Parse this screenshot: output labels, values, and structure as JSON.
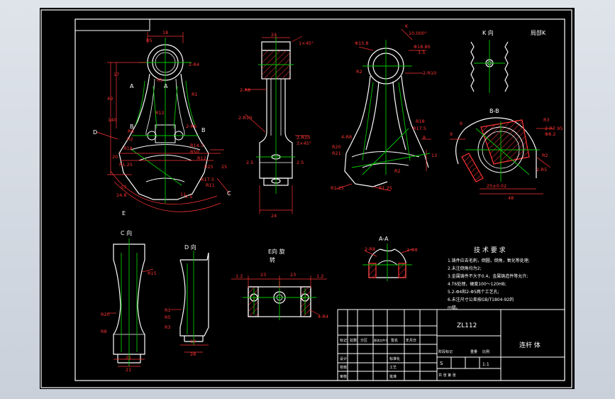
{
  "colors": {
    "background": "#000000",
    "outline": "#ffffff",
    "centerline": "#00c800",
    "dimension": "#ff3333",
    "section_lines": "#ff3333",
    "frame": "#ffffff"
  },
  "views": {
    "k_view": {
      "title": "K 向"
    },
    "k_detail": {
      "title": "局部K"
    },
    "bb_view": {
      "title": "B-B"
    },
    "c_view": {
      "title": "C 向"
    },
    "d_view": {
      "title": "D 向"
    },
    "e_view": {
      "title": "E向 旋",
      "subtitle": "转"
    },
    "aa_view": {
      "title": "A-A"
    }
  },
  "front_view": {
    "dims": [
      "18",
      "R5",
      "2-R4",
      "R5",
      "R12",
      "2-R6",
      "R14.3",
      "R50",
      "R1",
      "R12",
      "R25",
      "25",
      "R2",
      "R8",
      "R18",
      "R17.5",
      "R11",
      "R1.25",
      "20",
      "17",
      "49",
      "140",
      "57",
      "24.8",
      "11",
      "2.5"
    ],
    "labels": [
      "A",
      "A",
      "B",
      "B",
      "D",
      "C",
      "E"
    ]
  },
  "side_view": {
    "dims": [
      "24",
      "1×45°",
      "2-R8",
      "2-R10",
      "2.5",
      "2.5",
      "2-R10",
      "3×45°",
      "24"
    ]
  },
  "right_front_view": {
    "dims": [
      "Φ15.8",
      "K",
      "10.000°",
      "Φ18.80",
      "1.5",
      "2-R10",
      "R2",
      "R17.5",
      "R18",
      "4-R8",
      "R20",
      "R21",
      "R2",
      "R1.25",
      "R1.25",
      "13",
      "8"
    ]
  },
  "bb_dims": [
    "6",
    "9",
    "R3",
    "2-R7.95",
    "Φ8.2",
    "R2",
    "2-R5",
    "25±0.02",
    "48"
  ],
  "c_dims": [
    "R15",
    "R20",
    "R8",
    "21",
    "21"
  ],
  "d_dims": [
    "R3",
    "R5",
    "R3",
    "19",
    "28"
  ],
  "e_dims": [
    "1.2",
    "23",
    "23",
    "1.2",
    "4-R4"
  ],
  "aa_dims": [
    "2-R8",
    "2-Φ8"
  ],
  "tech_notes": {
    "title": "技 术 要 求",
    "lines": [
      "1.铸件应去毛刺，倒圆，倒角，氧化等处理;",
      "2.未注倒角均为2;",
      "3.金属铸件不大于0.4，金属铸造件等允许;",
      "4.T6处理，硬度100～120HB;",
      "5.2-Φ4和2-Φ5两个工艺孔;",
      "6.未注尺寸公差按GB/T1804-92的",
      "m级。"
    ]
  },
  "title_block": {
    "drawing_no": "ZL112",
    "part_name": "连杆 体",
    "scale": "1:1",
    "scale_label": "比例",
    "mark_label": "S",
    "sheet": "共 张 第 张",
    "header_cells": [
      "标记",
      "处数",
      "分区",
      "更改文件号",
      "签名",
      "年月日"
    ],
    "row_labels": [
      "设计",
      "校核",
      "审核",
      "工艺",
      "批准",
      "标准化"
    ],
    "stage_header": [
      "阶段标记",
      "重量",
      "比例"
    ]
  }
}
